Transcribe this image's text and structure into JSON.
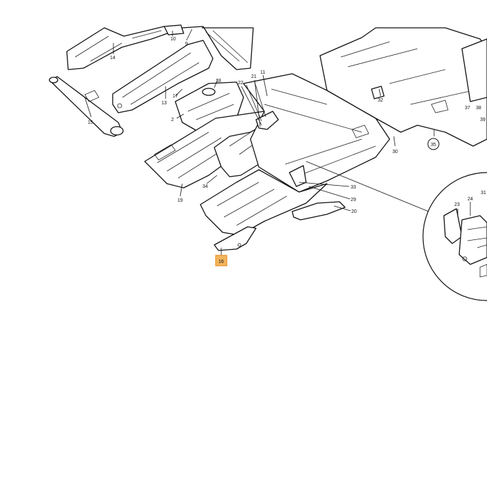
{
  "callouts": {
    "c14": "14",
    "c10": "10",
    "c9": "9",
    "c15": "15",
    "c13": "13",
    "c17": "17",
    "c18": "18",
    "c21": "21",
    "c22": "22",
    "c11": "11",
    "c2": "2",
    "c32": "32",
    "c37": "37",
    "c38": "38",
    "c39": "39",
    "c30": "30",
    "c35": "35",
    "c34": "34",
    "c19": "19",
    "c33": "33",
    "c29": "29",
    "c20": "20",
    "c16": "16",
    "c23": "23",
    "c24": "24",
    "c31": "31"
  },
  "highlight": {
    "callout": "16",
    "color": "#f3b55e"
  }
}
